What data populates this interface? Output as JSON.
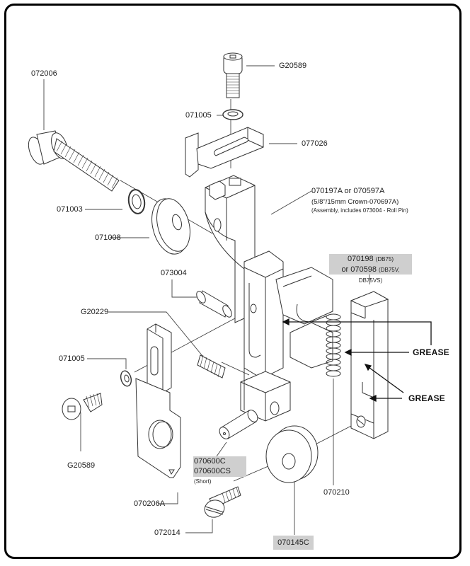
{
  "diagram": {
    "type": "exploded parts diagram",
    "parts": {
      "p072006": "072006",
      "pG20589_top": "G20589",
      "p071005_top": "071005",
      "p077026": "077026",
      "p070197A": "070197A or 070597A",
      "p070197A_note1": "(5/8\"/15mm Crown-070697A)",
      "p070197A_note2": "(Assembly, includes 073004 - Roll Pin)",
      "p071003": "071003",
      "p071008": "071008",
      "p073004": "073004",
      "pG20229": "G20229",
      "p070198_main": "070198",
      "p070198_sub": "(DB75)",
      "p070598_main": "or 070598",
      "p070598_sub": "(DB75V, DB75VS)",
      "p071005_left": "071005",
      "pG20589_left": "G20589",
      "p070600C": "070600C",
      "p070600CS_main": "070600CS",
      "p070600CS_sub": "(Short)",
      "p070210": "070210",
      "p070206A": "070206A",
      "p072014": "072014",
      "p070145C": "070145C"
    },
    "annotations": {
      "grease_1": "GREASE",
      "grease_2": "GREASE"
    },
    "colors": {
      "highlight_box": "#cfcfcf",
      "line": "#333333"
    }
  }
}
